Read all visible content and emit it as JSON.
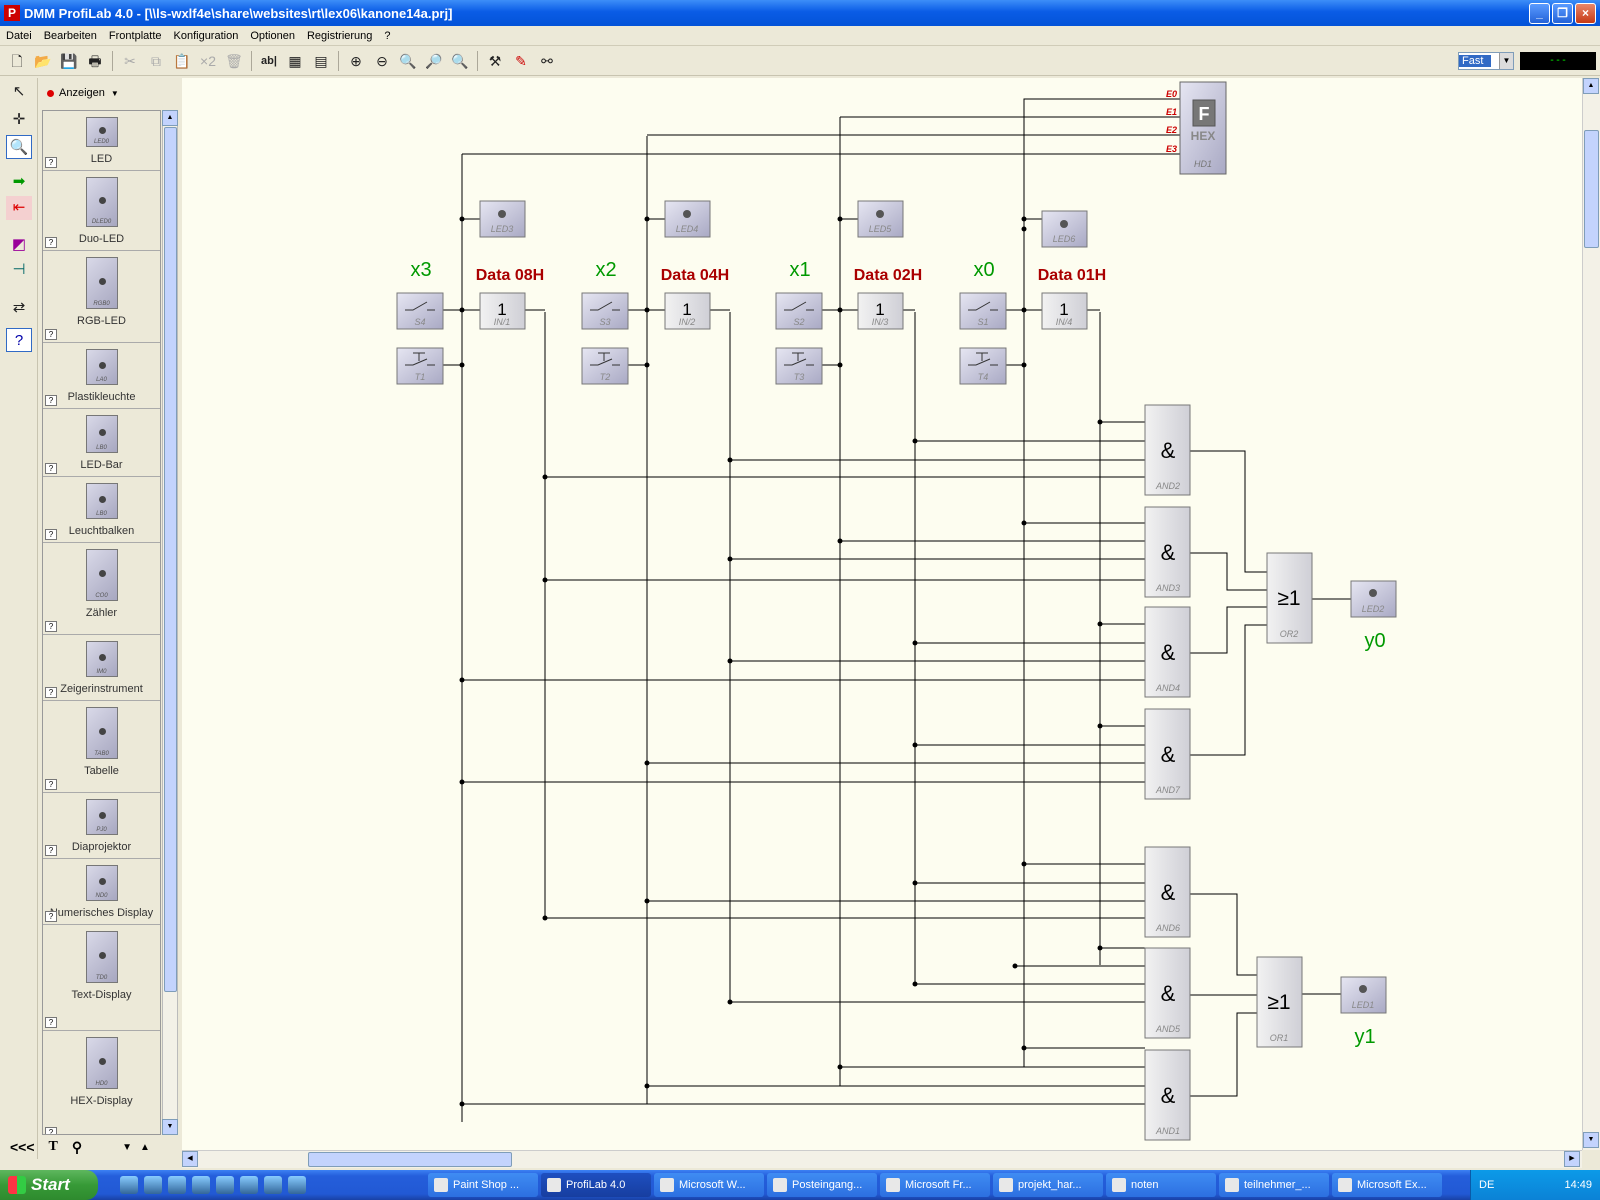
{
  "window": {
    "title": "DMM ProfiLab 4.0 - [\\\\ls-wxlf4e\\share\\websites\\rt\\lex06\\kanone14a.prj]",
    "app_icon": "P"
  },
  "window_buttons": {
    "min": "_",
    "max": "❐",
    "close": "×"
  },
  "menu": [
    "Datei",
    "Bearbeiten",
    "Frontplatte",
    "Konfiguration",
    "Optionen",
    "Registrierung",
    "?"
  ],
  "toolbar": {
    "x2_label": "×2",
    "ab_label": "ab|"
  },
  "speed": {
    "value": "Fast"
  },
  "clock_display": "---",
  "palette": {
    "header": "Anzeigen",
    "items": [
      {
        "label": "LED",
        "tag": "LED0"
      },
      {
        "label": "Duo-LED",
        "tag": "DLED0"
      },
      {
        "label": "RGB-LED",
        "tag": "RGB0"
      },
      {
        "label": "Plastikleuchte",
        "tag": "LA0"
      },
      {
        "label": "LED-Bar",
        "tag": "LB0"
      },
      {
        "label": "Leuchtbalken",
        "tag": "LB0"
      },
      {
        "label": "Zähler",
        "tag": "CO0"
      },
      {
        "label": "Zeigerinstrument",
        "tag": "IM0"
      },
      {
        "label": "Tabelle",
        "tag": "TAB0"
      },
      {
        "label": "Diaprojektor",
        "tag": "PJ0"
      },
      {
        "label": "Numerisches Display",
        "tag": "ND0"
      },
      {
        "label": "Text-Display",
        "tag": "TD0"
      },
      {
        "label": "HEX-Display",
        "tag": "HD0"
      }
    ],
    "help": "?"
  },
  "palette_bottom": {
    "collapse": "<<<",
    "text_tool": "T"
  },
  "circuit": {
    "variable_labels": [
      "x3",
      "x2",
      "x1",
      "x0"
    ],
    "data_labels": [
      "Data 08H",
      "Data 04H",
      "Data 02H",
      "Data 01H"
    ],
    "switches": [
      "S4",
      "S3",
      "S2",
      "S1"
    ],
    "buttons": [
      "T1",
      "T2",
      "T3",
      "T4"
    ],
    "leds_top": [
      "LED3",
      "LED4",
      "LED5",
      "LED6"
    ],
    "inverters": [
      "IN/1",
      "IN/2",
      "IN/3",
      "IN/4"
    ],
    "inverter_symbol": "1",
    "and_gates": [
      "AND2",
      "AND3",
      "AND4",
      "AND7",
      "AND6",
      "AND5",
      "AND1"
    ],
    "and_symbol": "&",
    "or_gates": [
      "OR2",
      "OR1"
    ],
    "or_symbol": "≥1",
    "output_leds": [
      "LED2",
      "LED1"
    ],
    "output_labels": [
      "y0",
      "y1"
    ],
    "hex_display": {
      "name": "HD1",
      "glyph": "F",
      "label": "HEX",
      "inputs": [
        "E0",
        "E1",
        "E2",
        "E3"
      ]
    }
  },
  "taskbar": {
    "start": "Start",
    "tasks": [
      "Paint Shop ...",
      "ProfiLab 4.0",
      "Microsoft W...",
      "Posteingang...",
      "Microsoft Fr...",
      "projekt_har...",
      "noten",
      "teilnehmer_...",
      "Microsoft Ex..."
    ],
    "language": "DE",
    "clock": "14:49"
  },
  "colors": {
    "wire": "#000000",
    "label_green": "#009900",
    "label_red": "#aa0000",
    "component": "#b8b8d0"
  }
}
